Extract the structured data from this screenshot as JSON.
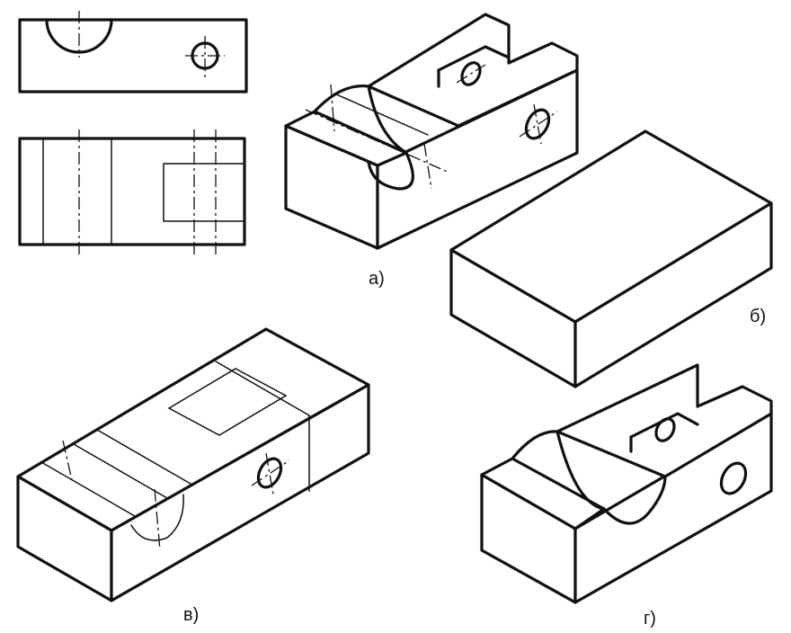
{
  "figure": {
    "labels": {
      "a": "а)",
      "b": "б)",
      "v": "в)",
      "g": "г)"
    }
  }
}
